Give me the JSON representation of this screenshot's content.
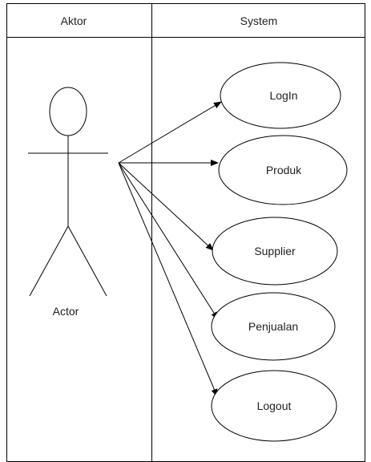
{
  "swimlanes": {
    "left_title": "Aktor",
    "right_title": "System"
  },
  "actor": {
    "label": "Actor"
  },
  "use_cases": [
    {
      "label": "LogIn"
    },
    {
      "label": "Produk"
    },
    {
      "label": "Supplier"
    },
    {
      "label": "Penjualan"
    },
    {
      "label": "Logout"
    }
  ],
  "colors": {
    "stroke": "#000000",
    "text": "#222222",
    "background": "#ffffff"
  }
}
